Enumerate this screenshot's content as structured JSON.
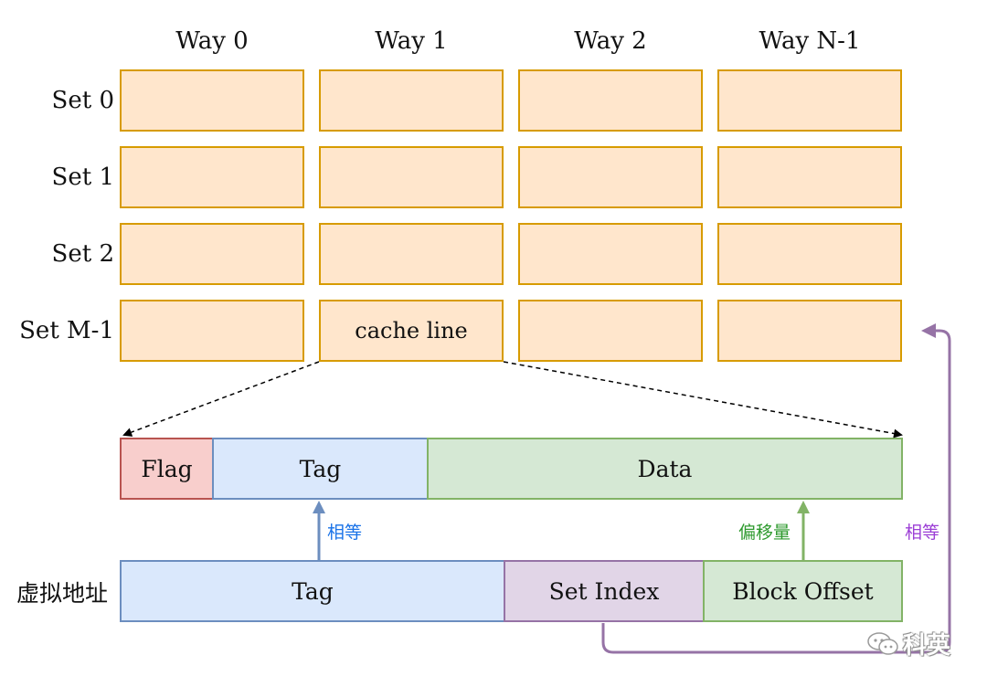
{
  "ways": [
    "Way 0",
    "Way 1",
    "Way 2",
    "Way N-1"
  ],
  "sets": [
    "Set 0",
    "Set 1",
    "Set 2",
    "Set M-1"
  ],
  "cache_line_label": "cache line",
  "line_fields": {
    "flag": "Flag",
    "tag": "Tag",
    "data": "Data"
  },
  "address": {
    "label": "虚拟地址",
    "tag": "Tag",
    "set_index": "Set Index",
    "block_offset": "Block Offset"
  },
  "arrows": {
    "tag_equal": "相等",
    "offset": "偏移量",
    "set_equal": "相等"
  },
  "colors": {
    "cell_fill": "#ffe6cc",
    "cell_border": "#d79b00",
    "flag_fill": "#f8cecc",
    "tag_fill": "#dae8fc",
    "data_fill": "#d5e8d4",
    "index_fill": "#e1d5e7",
    "blue_text": "#1a73e8",
    "green_text": "#2e9a2e",
    "purple_text": "#9c3fd6"
  },
  "watermark": "科英"
}
